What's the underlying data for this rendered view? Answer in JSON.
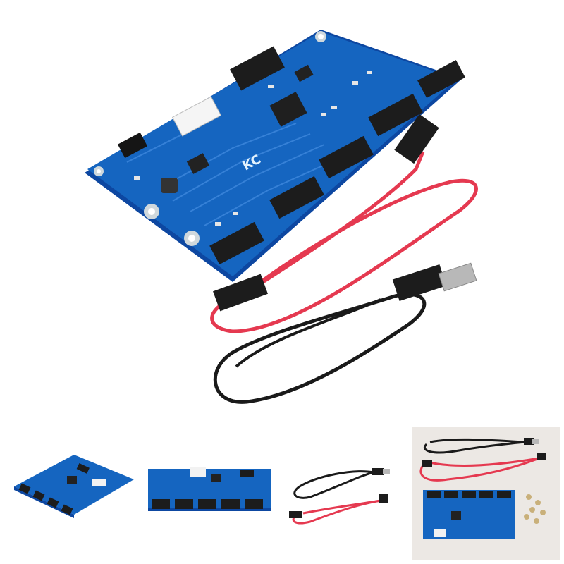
{
  "product": {
    "board_marking": "KC",
    "colors": {
      "pcb": "#1565c0",
      "pcb_edge": "#0d47a1",
      "silkscreen": "#e3f2fd",
      "sata_cable": "#e53950",
      "usb_cable": "#1a1a1a",
      "connector": "#1c1c1c"
    }
  },
  "gallery": {
    "thumbnails": [
      "board-angle-view",
      "board-front-view",
      "cables-view",
      "kit-contents-view"
    ]
  }
}
